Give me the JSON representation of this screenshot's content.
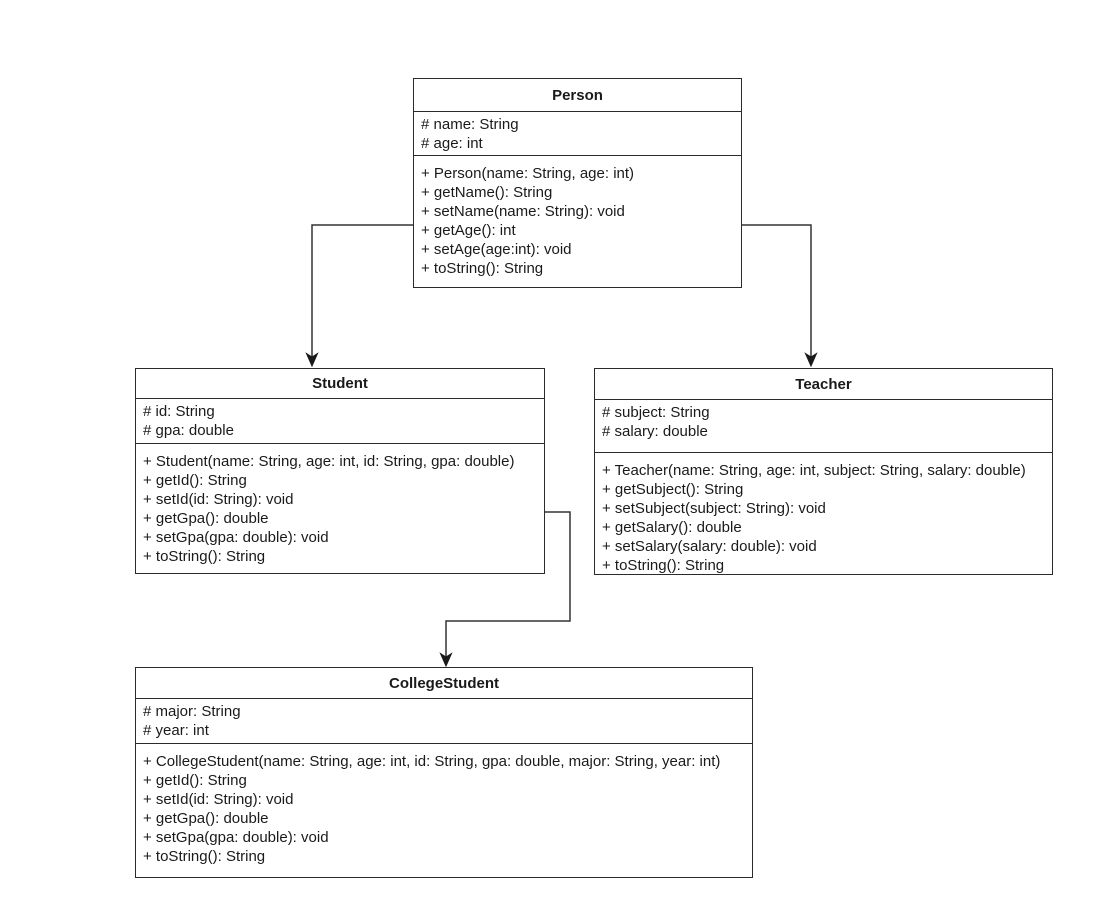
{
  "diagram": {
    "kind": "uml-class-diagram",
    "colors": {
      "background": "#ffffff",
      "box_border": "#2b2b2b",
      "connector": "#333333",
      "arrowhead": "#1a1a1a",
      "text": "#1a1a1a"
    },
    "classes": [
      {
        "name": "Person",
        "attributes": [
          "# name: String",
          "# age: int"
        ],
        "methods": [
          "+ Person(name: String, age: int)",
          "+ getName(): String",
          "+ setName(name: String): void",
          "+ getAge(): int",
          "+ setAge(age:int): void",
          "+ toString(): String"
        ]
      },
      {
        "name": "Student",
        "attributes": [
          "# id: String",
          "# gpa: double"
        ],
        "methods": [
          "+ Student(name: String, age: int, id: String, gpa: double)",
          "+ getId(): String",
          "+ setId(id: String): void",
          "+ getGpa(): double",
          "+ setGpa(gpa: double): void",
          "+ toString(): String"
        ]
      },
      {
        "name": "Teacher",
        "attributes": [
          "# subject: String",
          "# salary: double"
        ],
        "methods": [
          "+ Teacher(name: String, age: int, subject: String, salary: double)",
          "+ getSubject(): String",
          "+ setSubject(subject: String): void",
          "+ getSalary(): double",
          "+ setSalary(salary: double): void",
          "+ toString(): String"
        ]
      },
      {
        "name": "CollegeStudent",
        "attributes": [
          "# major: String",
          "# year: int"
        ],
        "methods": [
          "+ CollegeStudent(name: String, age: int, id: String, gpa: double, major: String, year: int)",
          "+ getId(): String",
          "+ setId(id: String): void",
          "+ getGpa(): double",
          "+ setGpa(gpa: double): void",
          "+ toString(): String"
        ]
      }
    ],
    "relationships": [
      {
        "from": "Person",
        "to": "Student",
        "style": "solid-line-filled-arrow"
      },
      {
        "from": "Person",
        "to": "Teacher",
        "style": "solid-line-filled-arrow"
      },
      {
        "from": "Student",
        "to": "CollegeStudent",
        "style": "solid-line-filled-arrow"
      }
    ]
  }
}
